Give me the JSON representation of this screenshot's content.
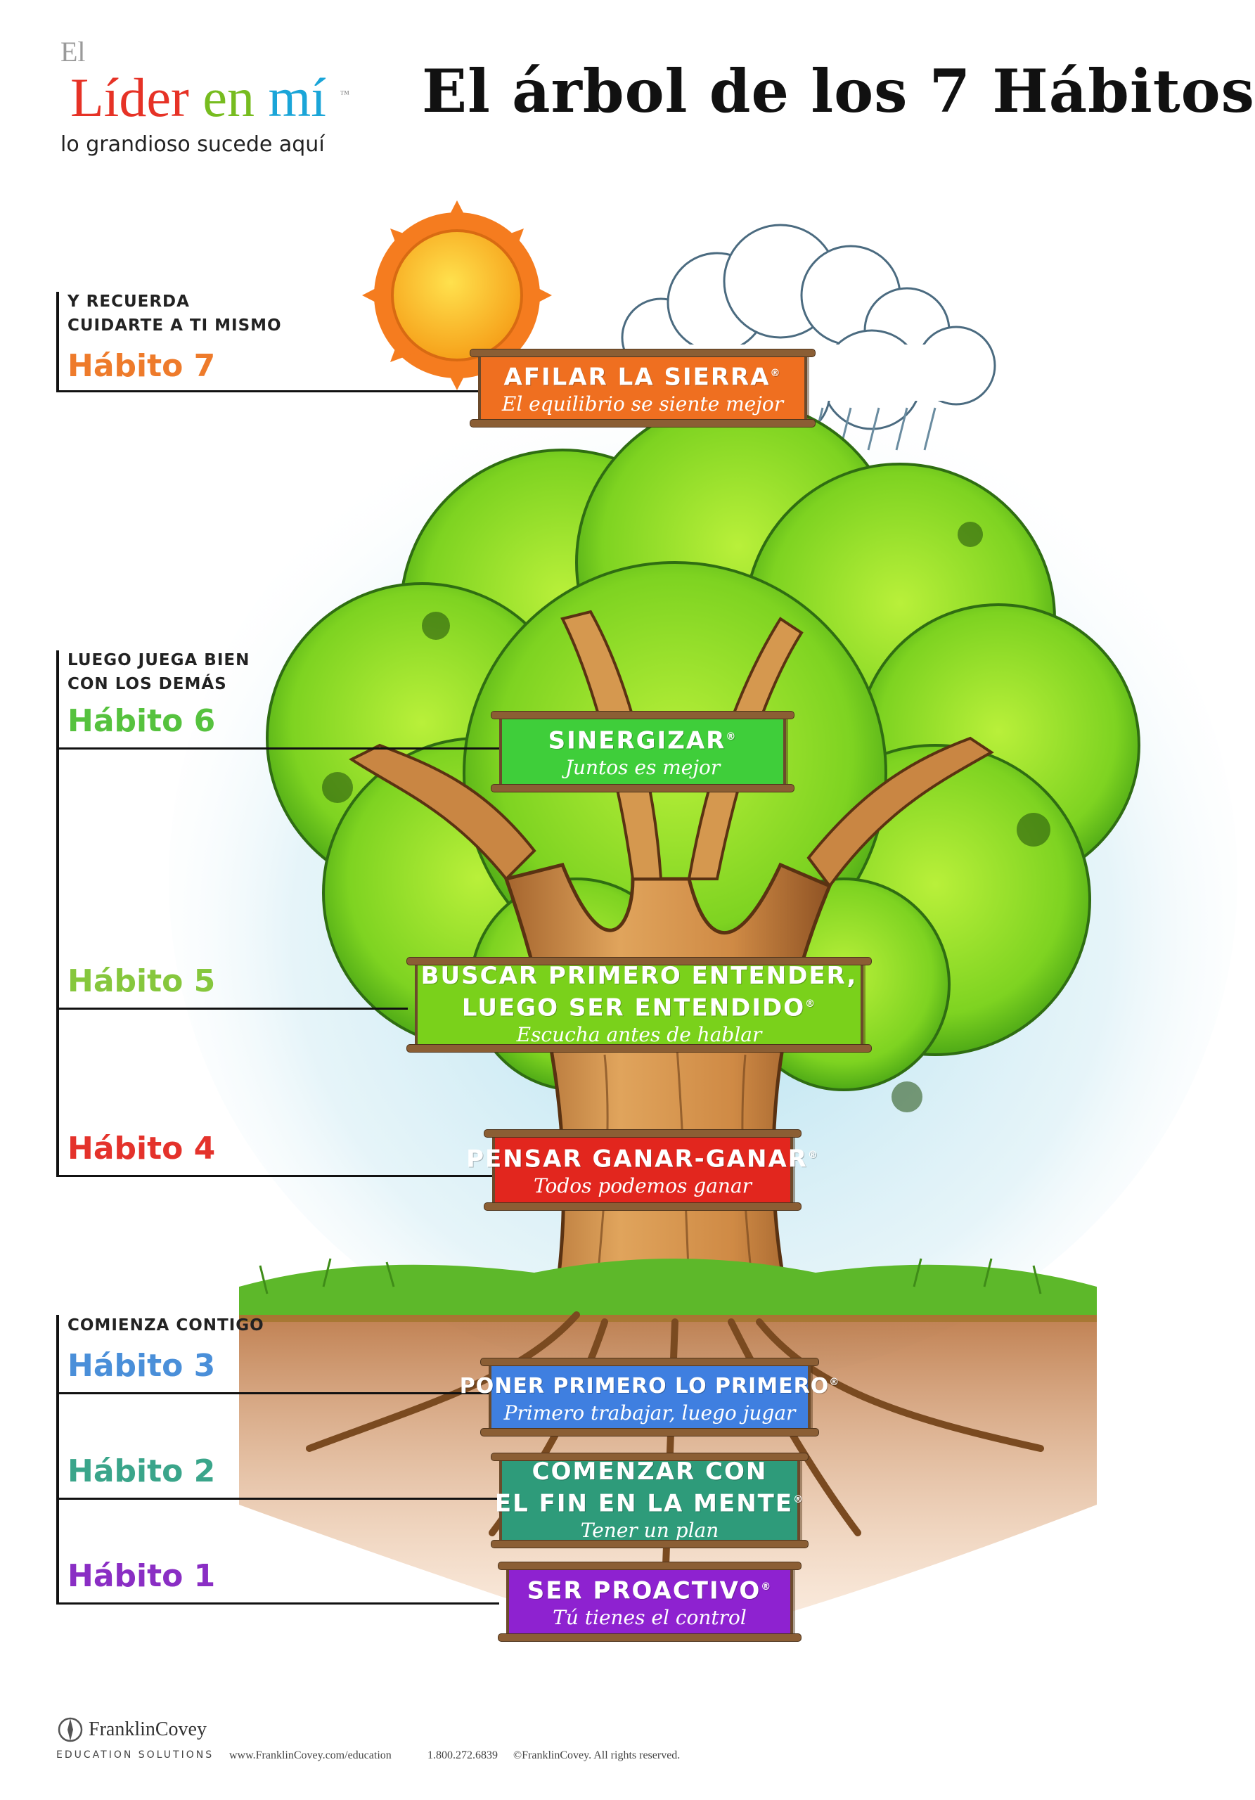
{
  "logo": {
    "el": "El",
    "lider": "Líder",
    "en": "en",
    "mi": "mí",
    "tm": "™",
    "tagline": "lo grandioso sucede aquí"
  },
  "title": "El árbol de los 7 Hábitos",
  "sections": [
    {
      "note": "Y RECUERDA CUIDARTE A TI MISMO"
    },
    {
      "note": "LUEGO JUEGA BIEN CON LOS DEMÁS"
    },
    {
      "note": "COMIENZA CONTIGO"
    }
  ],
  "habits": [
    {
      "label": "Hábito 7",
      "color": "#ee7b2b",
      "sign_color": "#ef6f20",
      "title_lines": [
        "AFILAR LA SIERRA"
      ],
      "subtitle": "El equilibrio se siente mejor"
    },
    {
      "label": "Hábito 6",
      "color": "#56c23e",
      "sign_color": "#3fce3a",
      "title_lines": [
        "SINERGIZAR"
      ],
      "subtitle": "Juntos es mejor"
    },
    {
      "label": "Hábito 5",
      "color": "#86c73d",
      "sign_color": "#7ad11b",
      "title_lines": [
        "BUSCAR PRIMERO ENTENDER,",
        "LUEGO SER ENTENDIDO"
      ],
      "subtitle": "Escucha antes de hablar"
    },
    {
      "label": "Hábito 4",
      "color": "#e4322b",
      "sign_color": "#e2261e",
      "title_lines": [
        "PENSAR GANAR-GANAR"
      ],
      "subtitle": "Todos podemos ganar"
    },
    {
      "label": "Hábito 3",
      "color": "#4a8fd9",
      "sign_color": "#3f7fe0",
      "title_lines": [
        "PONER PRIMERO LO PRIMERO"
      ],
      "subtitle": "Primero trabajar, luego jugar"
    },
    {
      "label": "Hábito 2",
      "color": "#3aa58a",
      "sign_color": "#2e9b7a",
      "title_lines": [
        "COMENZAR CON",
        "EL FIN EN LA MENTE"
      ],
      "subtitle": "Tener un plan"
    },
    {
      "label": "Hábito 1",
      "color": "#8a2ec4",
      "sign_color": "#8e22d0",
      "title_lines": [
        "SER PROACTIVO"
      ],
      "subtitle": "Tú tienes el control"
    }
  ],
  "registered_mark": "®",
  "footer": {
    "brand": "FranklinCovey",
    "sub": "EDUCATION SOLUTIONS",
    "url": "www.FranklinCovey.com/education",
    "phone": "1.800.272.6839",
    "copyright": "©FranklinCovey. All rights reserved."
  }
}
